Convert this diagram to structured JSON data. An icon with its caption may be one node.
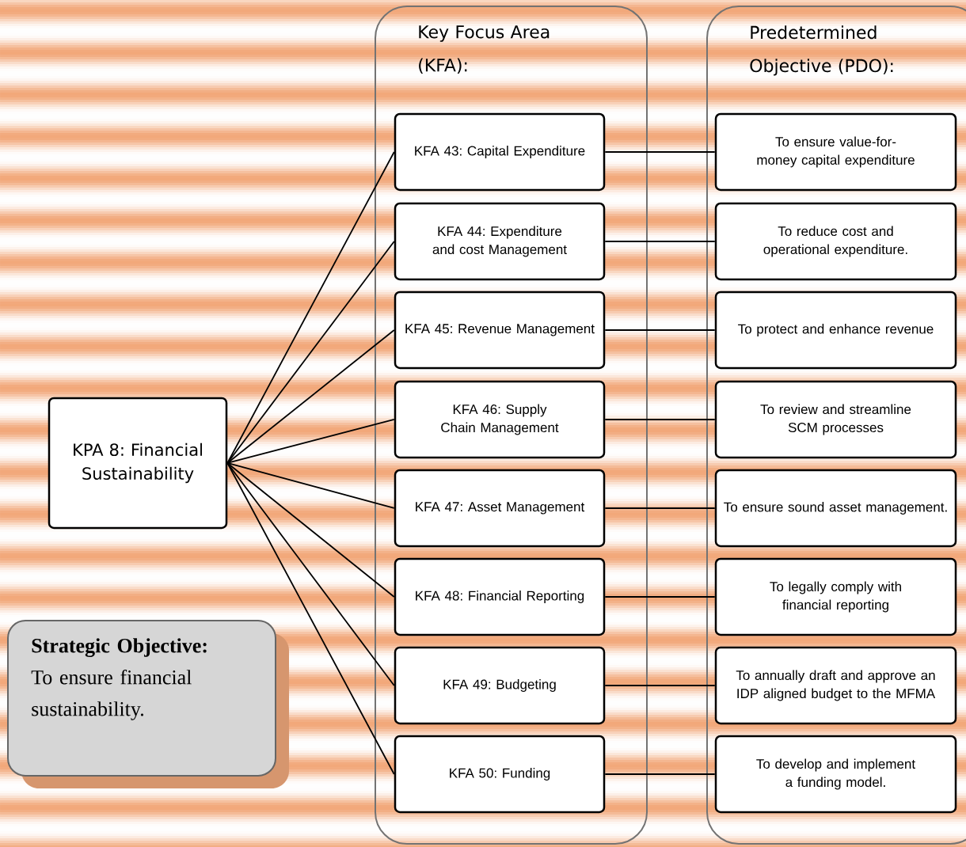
{
  "diagram": {
    "nodes": [
      {
        "text": [
          "Key Focus Area (KFA):"
        ]
      },
      {
        "text": [
          "KFA 43: Capital Expenditure"
        ],
        "in": 0
      },
      {
        "text": [
          "KFA 44: Expenditure and cost Management"
        ],
        "in": 0
      },
      {
        "text": [
          "KFA 45: Revenue Management"
        ],
        "in": 0
      },
      {
        "text": [
          "KFA 46: Supply Chain Management"
        ],
        "in": 0
      },
      {
        "text": [
          "KFA 47: Asset Management"
        ],
        "in": 0
      },
      {
        "text": [
          "KFA 48: Financial Reporting"
        ],
        "in": 0
      },
      {
        "text": [
          "KFA 49: Budgeting"
        ],
        "in": 0
      },
      {
        "text": [
          "KFA 50: Funding"
        ],
        "in": 0
      },
      {
        "text": [
          "Predetermined Objective (PDO):"
        ]
      },
      {
        "text": [
          "To ensure value-for-money capital expenditure"
        ],
        "in": 9
      },
      {
        "text": [
          "To reduce cost and operational expenditure."
        ],
        "in": 9
      },
      {
        "text": [
          "To protect and enhance revenue"
        ],
        "in": 9
      },
      {
        "text": [
          "To review and streamline SCM processes"
        ],
        "in": 9
      },
      {
        "text": [
          "To ensure sound asset management."
        ],
        "in": 9
      },
      {
        "text": [
          "To legally comply with financial reporting"
        ],
        "in": 9
      },
      {
        "text": [
          "To annually draft and approve an IDP aligned budget to the MFMA"
        ],
        "in": 9
      },
      {
        "text": [
          "To develop and implement a funding model."
        ],
        "in": 9
      },
      {
        "text": [
          "KPA 8: Financial Sustainability"
        ]
      },
      {
        "text": [
          "Strategic Objective:",
          "To ensure financial sustainability."
        ]
      }
    ],
    "edges": [
      {
        "from": 18,
        "to": 1,
        "arrow": "none"
      },
      {
        "from": 18,
        "to": 2,
        "arrow": "none"
      },
      {
        "from": 18,
        "to": 3,
        "arrow": "none"
      },
      {
        "from": 18,
        "to": 4,
        "arrow": "none"
      },
      {
        "from": 18,
        "to": 5,
        "arrow": "none"
      },
      {
        "from": 18,
        "to": 6,
        "arrow": "none"
      },
      {
        "from": 18,
        "to": 7,
        "arrow": "none"
      },
      {
        "from": 18,
        "to": 8,
        "arrow": "none"
      },
      {
        "from": 1,
        "to": 10,
        "arrow": "none"
      },
      {
        "from": 2,
        "to": 11,
        "arrow": "none"
      },
      {
        "from": 3,
        "to": 12,
        "arrow": "none"
      },
      {
        "from": 4,
        "to": 13,
        "arrow": "none"
      },
      {
        "from": 5,
        "to": 14,
        "arrow": "none"
      },
      {
        "from": 6,
        "to": 15,
        "arrow": "none"
      },
      {
        "from": 7,
        "to": 16,
        "arrow": "none"
      },
      {
        "from": 8,
        "to": 17,
        "arrow": "none"
      }
    ]
  }
}
